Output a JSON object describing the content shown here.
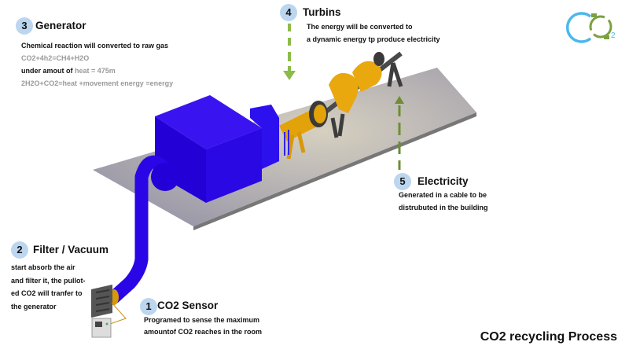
{
  "title": "CO2 recycling Process",
  "logo": {
    "text": "CO2"
  },
  "colors": {
    "badge": "#bcd6ef",
    "arrow": "#7fae3e",
    "generator": "#2a00e6",
    "turbine": "#e2a20a",
    "platform": "#a6a6a6"
  },
  "steps": [
    {
      "number": "1",
      "title": "CO2 Sensor",
      "lines": [
        "Programed to sense the maximum",
        "amountof CO2 reaches in the room"
      ]
    },
    {
      "number": "2",
      "title": "Filter / Vacuum",
      "lines": [
        "start absorb the air",
        "and filter it, the pullot-",
        "ed CO2 will tranfer to",
        "the generator"
      ]
    },
    {
      "number": "3",
      "title": "Generator",
      "line1": "Chemical reaction will converted to raw gas",
      "line2": "CO2+4h2=CH4+H2O",
      "line3_bold": "under amout of",
      "line3_gray": "heat = 475m",
      "line4": "2H2O+CO2=heat +movement energy =energy"
    },
    {
      "number": "4",
      "title": "Turbins",
      "lines": [
        "The energy will be converted to",
        "a dynamic energy tp produce electricity"
      ]
    },
    {
      "number": "5",
      "title": "Electricity",
      "lines": [
        "Generated in a cable to be",
        "distrubuted in the  building"
      ]
    }
  ]
}
